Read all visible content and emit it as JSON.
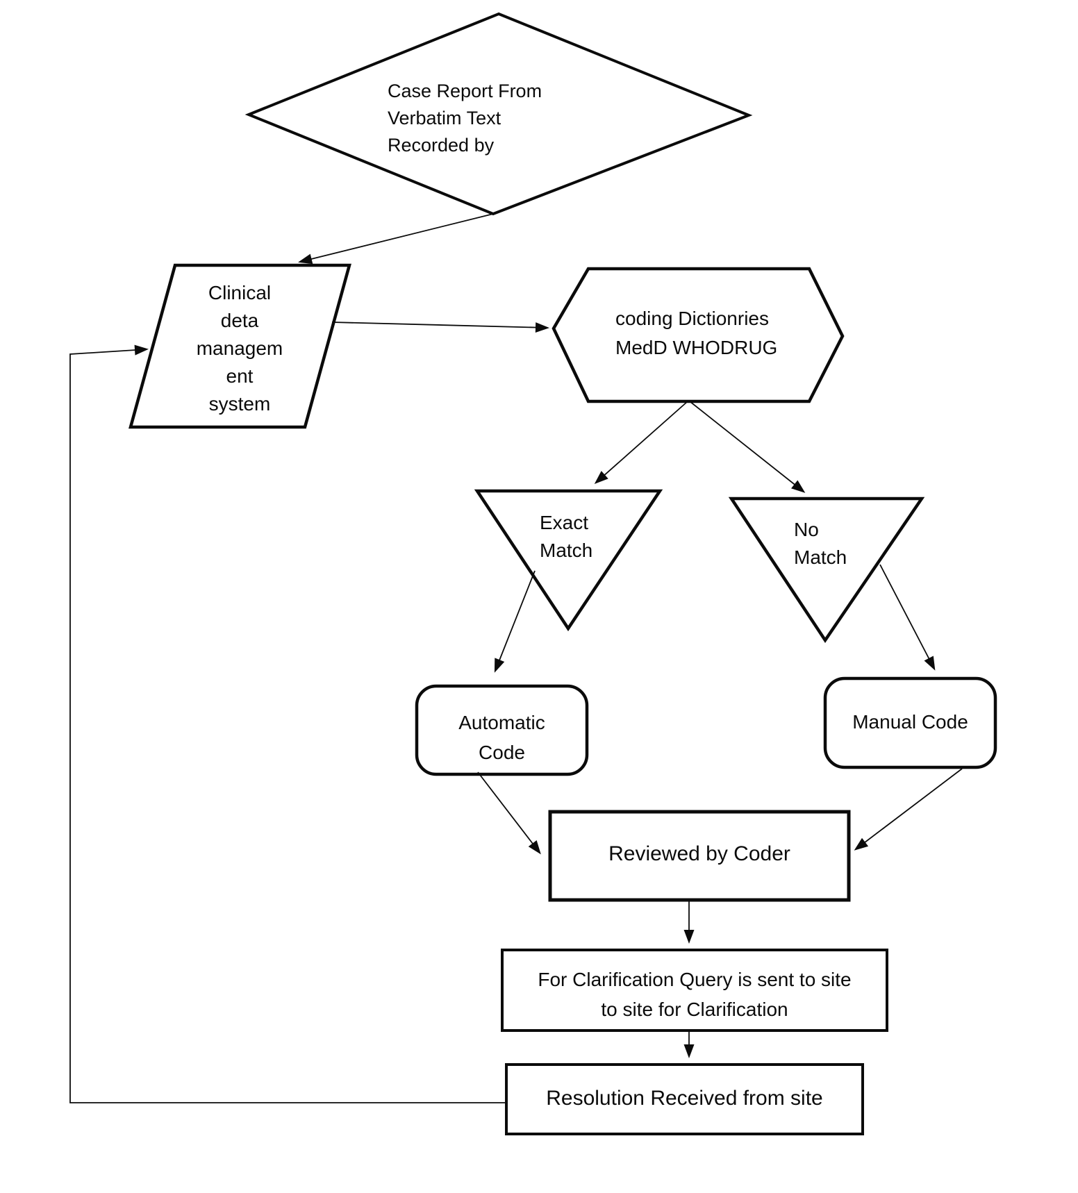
{
  "canvas": {
    "background_color": "#ffffff",
    "ink_color": "#0b0b0b"
  },
  "nodes": {
    "case_report": {
      "shape": "diamond",
      "label": "Case Report From\nVerbatim Text\nRecorded by"
    },
    "cdms": {
      "shape": "parallelogram",
      "label": "Clinical\ndeta\nmanagem\nent\nsystem"
    },
    "coding_dictionaries": {
      "shape": "hexagon",
      "label": "coding Dictionries\nMedD WHODRUG"
    },
    "exact_match": {
      "shape": "inverted-triangle",
      "label": "Exact\nMatch"
    },
    "no_match": {
      "shape": "inverted-triangle",
      "label": "No\nMatch"
    },
    "automatic_code": {
      "shape": "rounded-rect",
      "label": "Automatic\nCode"
    },
    "manual_code": {
      "shape": "rounded-rect",
      "label": "Manual Code"
    },
    "reviewed_by_coder": {
      "shape": "rect",
      "label": "Reviewed by Coder"
    },
    "clarification_query": {
      "shape": "rect",
      "label": "For Clarification Query is sent to site\nto site for Clarification"
    },
    "resolution_received": {
      "shape": "rect",
      "label": "Resolution Received from site"
    }
  },
  "edges": [
    {
      "from": "case_report",
      "to": "cdms"
    },
    {
      "from": "cdms",
      "to": "coding_dictionaries"
    },
    {
      "from": "coding_dictionaries",
      "to": "exact_match"
    },
    {
      "from": "coding_dictionaries",
      "to": "no_match"
    },
    {
      "from": "exact_match",
      "to": "automatic_code"
    },
    {
      "from": "no_match",
      "to": "manual_code"
    },
    {
      "from": "automatic_code",
      "to": "reviewed_by_coder"
    },
    {
      "from": "manual_code",
      "to": "reviewed_by_coder"
    },
    {
      "from": "reviewed_by_coder",
      "to": "clarification_query"
    },
    {
      "from": "clarification_query",
      "to": "resolution_received"
    },
    {
      "from": "resolution_received",
      "to": "cdms"
    }
  ]
}
